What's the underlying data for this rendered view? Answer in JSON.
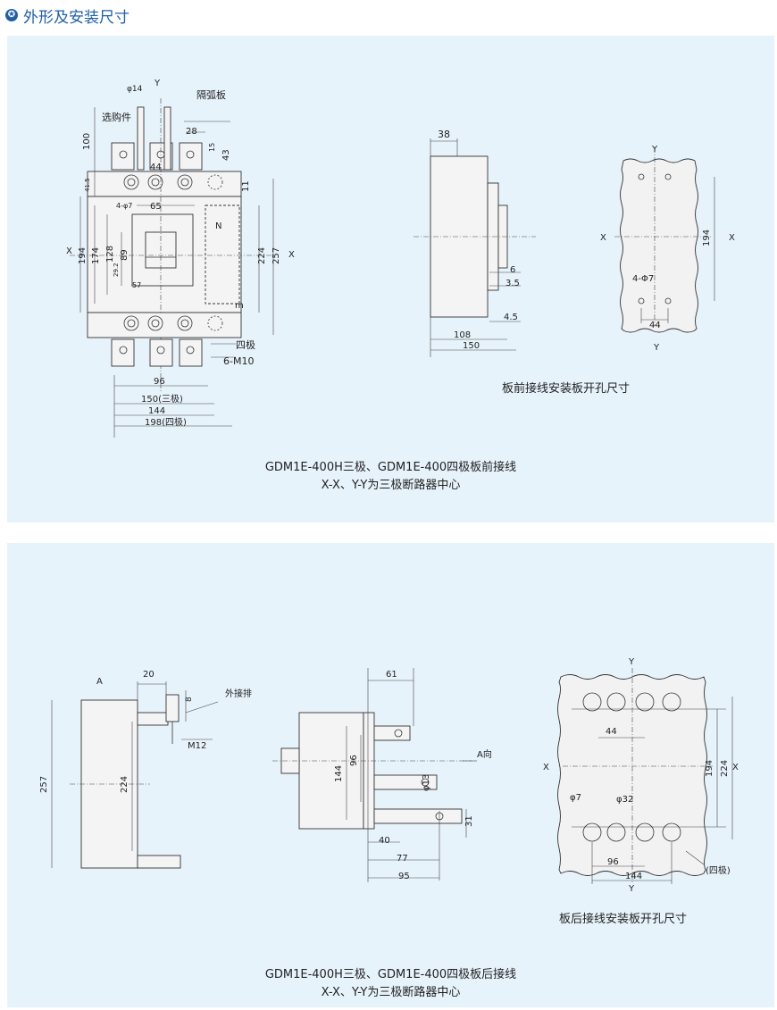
{
  "header": {
    "title": "外形及安装尺寸",
    "icon": "star-icon"
  },
  "panel1": {
    "caption_line1": "GDM1E-400H三极、GDM1E-400四极板前接线",
    "caption_line2": "X-X、Y-Y为三极断路器中心",
    "sub_label": "板前接线安装板开孔尺寸",
    "front_view": {
      "labels": {
        "phi14": "φ14",
        "y": "Y",
        "arc_plate": "隔弧板",
        "optional": "选购件",
        "x": "X",
        "n": "N",
        "m": "m",
        "four_pole": "四极",
        "m10": "6-M10",
        "four_phi7": "4-φ7"
      },
      "dims": {
        "d100": "100",
        "d28": "28",
        "d15": "15",
        "d44": "44",
        "d43": "43",
        "d41_5": "41.5",
        "d11": "11",
        "d65": "65",
        "d194": "194",
        "d174": "174",
        "d128": "128",
        "d89": "89",
        "d29_2": "29.2",
        "d57": "57",
        "d224": "224",
        "d257": "257",
        "d96": "96",
        "d150": "150(三极)",
        "d144": "144",
        "d198": "198(四极)"
      }
    },
    "side_view": {
      "dims": {
        "d38": "38",
        "d6": "6",
        "d3_5": "3.5",
        "d4_5": "4.5",
        "d108": "108",
        "d150": "150"
      }
    },
    "cutout": {
      "y": "Y",
      "x": "X",
      "d194": "194",
      "holes": "4-Φ7",
      "d44": "44"
    }
  },
  "panel2": {
    "caption_line1": "GDM1E-400H三极、GDM1E-400四极板后接线",
    "caption_line2": "X-X、Y-Y为三极断路器中心",
    "sub_label": "板后接线安装板开孔尺寸",
    "side_view": {
      "a": "A",
      "d20": "20",
      "d8": "8",
      "ext_bar": "外接排",
      "m12": "M12",
      "d257": "257",
      "d224": "224"
    },
    "rear_view": {
      "d61": "61",
      "a_dir": "A向",
      "d144": "144",
      "d96": "96",
      "phi13": "φ13",
      "d31": "31",
      "d40": "40",
      "d77": "77",
      "d95": "95"
    },
    "cutout": {
      "y": "Y",
      "x": "X",
      "d44": "44",
      "d194": "194",
      "d224": "224",
      "phi7": "φ7",
      "phi32": "φ32",
      "d96": "96",
      "d144": "144",
      "four_pole": "(四极)"
    }
  }
}
